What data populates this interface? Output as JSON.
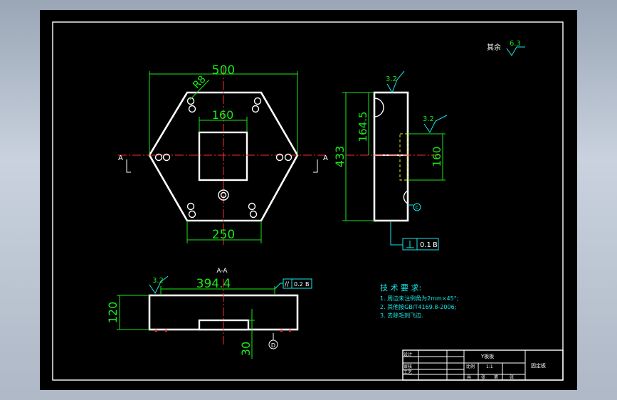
{
  "section_label": "A-A",
  "cut_marker_left": "A",
  "cut_marker_right": "A",
  "dimensions": {
    "width_top": "500",
    "corner_radius": "R8",
    "center_square": "160",
    "width_bottom": "250",
    "side_height": "433",
    "side_half": "164.5",
    "side_slot": "160",
    "section_length": "394.4",
    "section_height": "120",
    "section_pocket": "30"
  },
  "roughness": {
    "other": "其余",
    "other_value": "6.3",
    "side_top": "3.2",
    "side_face": "3.2",
    "section": "3.2"
  },
  "tolerances": {
    "flatness": "0.1",
    "flatness_datum": "B",
    "parallel": "//",
    "parallel_value": "0.2",
    "parallel_datum": "B",
    "datum_c": "C",
    "datum_d": "D"
  },
  "tech_requirements": {
    "title": "技 术 要 求:",
    "items": [
      "1. 周边未注倒角为2mm×45°;",
      "2. 其他按GB/T4169.8-2006;",
      "3. 去除毛刺飞边."
    ]
  },
  "title_block": {
    "part_name": "Y板板",
    "scale_label": "比例",
    "scale_value": "1:1",
    "material": "固定板",
    "row_labels": [
      "设计",
      "审核",
      "工艺"
    ],
    "bottom_labels": [
      "共",
      "张",
      "第",
      "张"
    ]
  },
  "colors": {
    "background": "#000000",
    "outline": "#ffffff",
    "dimension": "#19e819",
    "center_line": "#ff2a2a",
    "symbol": "#19e8e8",
    "hidden": "#e8e819"
  }
}
